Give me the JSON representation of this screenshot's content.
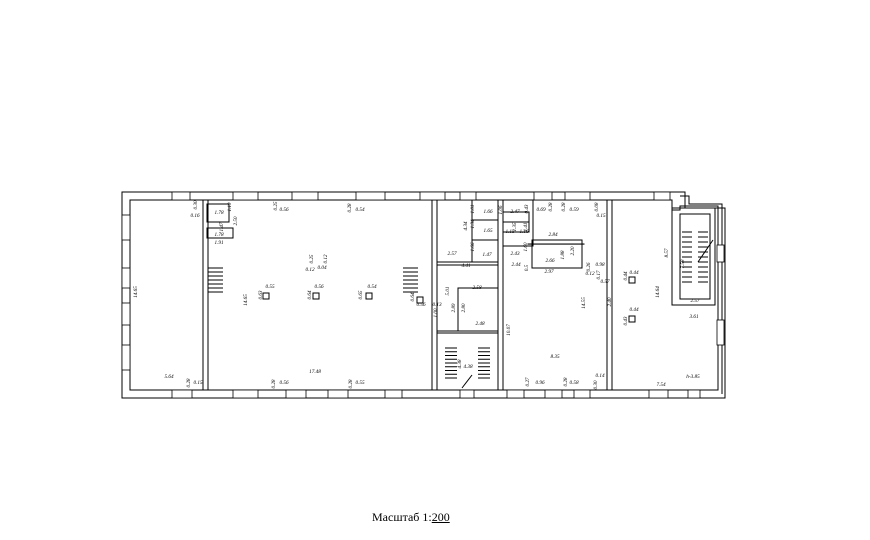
{
  "scale": {
    "prefix": "Масштаб 1:",
    "value": "200"
  },
  "labels": [
    "14.65",
    "5.64",
    "0.28",
    "0.15",
    "0.30",
    "0.16",
    "1.78",
    "1.19",
    "1.47",
    "2.50",
    "1.78",
    "1.91",
    "0.25",
    "0.56",
    "0.28",
    "0.54",
    "0.25",
    "0.12",
    "0.12",
    "0.04",
    "14.65",
    "0.63",
    "0.55",
    "0.64",
    "0.56",
    "0.65",
    "0.54",
    "0.64",
    "0.56",
    "17.48",
    "0.28",
    "0.56",
    "0.28",
    "0.55",
    "1.01",
    "1.66",
    "4.34",
    "1.34",
    "1.65",
    "1.66",
    "1.47",
    "2.57",
    "4.41",
    "1.06",
    "2.47",
    "0.43",
    "0.69",
    "0.28",
    "0.28",
    "0.59",
    "0.08",
    "0.15",
    "1.35",
    "1.41",
    "1.15",
    "1.16",
    "2.84",
    "2.20",
    "1.88",
    "2.66",
    "2.97",
    "1.60",
    "2.43",
    "2.44",
    "0.5",
    "0.26",
    "0.98",
    "0.12",
    "0.17",
    "0.57",
    "2.40",
    "14.55",
    "10.07",
    "8.35",
    "5.01",
    "2.58",
    "0.13",
    "1.00",
    "2.89",
    "2.80",
    "2.48",
    "4.38",
    "4.38",
    "0.27",
    "0.96",
    "0.28",
    "0.58",
    "0.14",
    "0.30",
    "0.44",
    "0.44",
    "0.43",
    "0.44",
    "14.64",
    "8.57",
    "7.58",
    "2.57",
    "3.61",
    "7.54",
    "h-3.85"
  ]
}
